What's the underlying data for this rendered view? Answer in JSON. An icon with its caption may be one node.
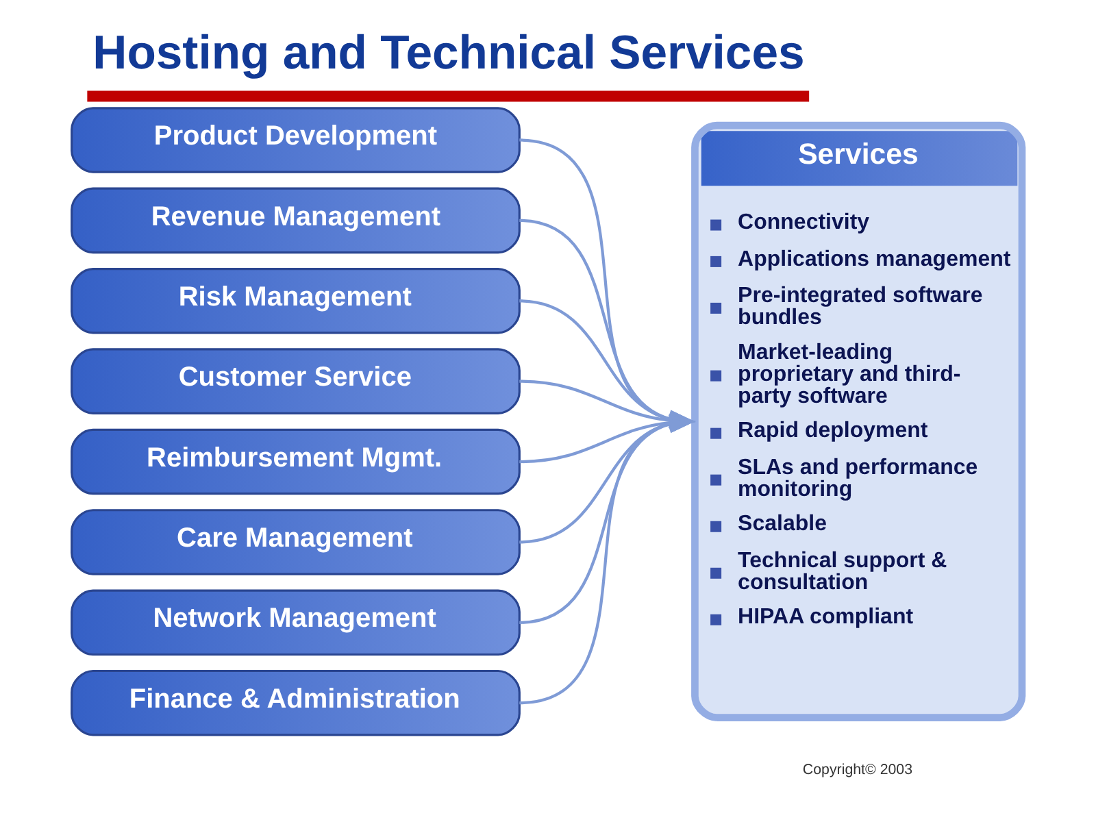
{
  "diagram": {
    "title": "Hosting and Technical Services",
    "nodes": [
      {
        "text": [
          "Product Development"
        ]
      },
      {
        "text": [
          "Revenue Management"
        ]
      },
      {
        "text": [
          "Risk Management"
        ]
      },
      {
        "text": [
          "Customer Service"
        ]
      },
      {
        "text": [
          "Reimbursement Mgmt."
        ]
      },
      {
        "text": [
          "Care Management"
        ]
      },
      {
        "text": [
          "Network Management"
        ]
      },
      {
        "text": [
          "Finance & Administration"
        ]
      },
      {
        "text": [
          "Services",
          "Connectivity",
          "Applications management",
          "Pre-integrated software bundles",
          "Market-leading proprietary and third-party software",
          "Rapid deployment",
          "SLAs and performance monitoring",
          "Scalable",
          "Technical support & consultation",
          "HIPAA compliant"
        ]
      }
    ],
    "edges": [
      {
        "from": 0,
        "to": 8,
        "arrow": "to"
      },
      {
        "from": 1,
        "to": 8,
        "arrow": "to"
      },
      {
        "from": 2,
        "to": 8,
        "arrow": "to"
      },
      {
        "from": 3,
        "to": 8,
        "arrow": "to"
      },
      {
        "from": 4,
        "to": 8,
        "arrow": "to"
      },
      {
        "from": 5,
        "to": 8,
        "arrow": "to"
      },
      {
        "from": 6,
        "to": 8,
        "arrow": "to"
      },
      {
        "from": 7,
        "to": 8,
        "arrow": "to"
      }
    ],
    "labels": [
      "Copyright© 2003"
    ]
  }
}
